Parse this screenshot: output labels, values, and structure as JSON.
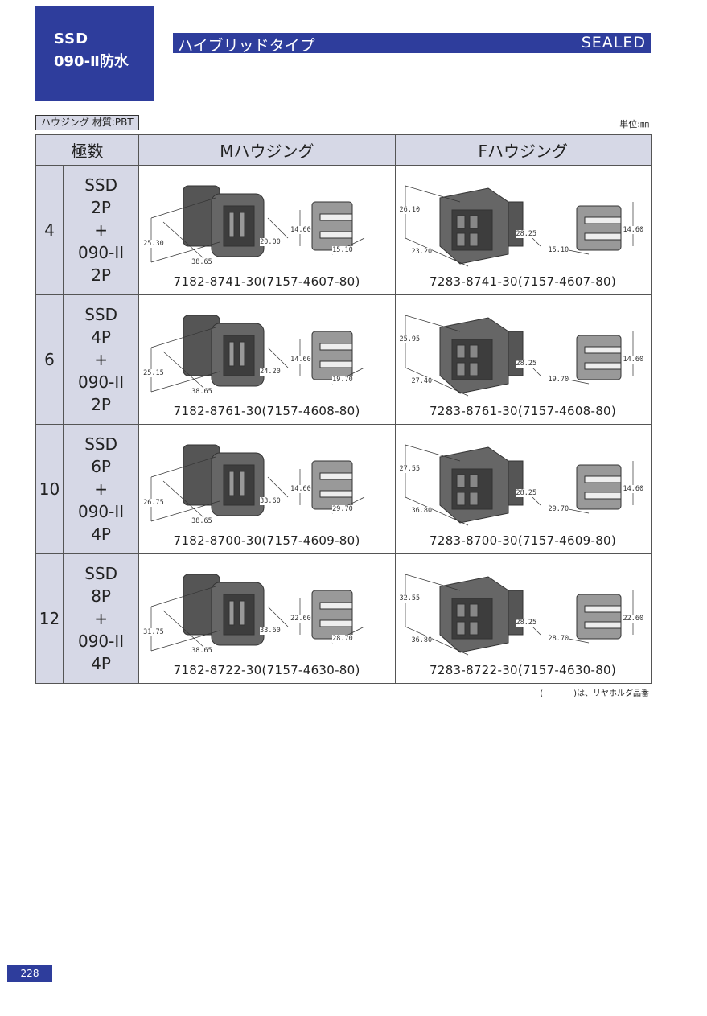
{
  "badge": {
    "line1": "SSD",
    "line2": "090-Ⅱ防水"
  },
  "title": {
    "jp": "ハイブリッドタイプ",
    "en": "SEALED"
  },
  "material": "ハウジング 材質:PBT",
  "unit": "単位:㎜",
  "table": {
    "headers": {
      "poles": "極数",
      "m": "Mハウジング",
      "f": "Fハウジング"
    },
    "rows": [
      {
        "poles": "4",
        "name": [
          "SSD",
          "2P",
          "+",
          "090-II",
          "2P"
        ],
        "m": {
          "part": "7182-8741-30(7157-4607-80)",
          "dims": [
            "25.30",
            "38.65",
            "20.00",
            "14.60",
            "15.10"
          ]
        },
        "f": {
          "part": "7283-8741-30(7157-4607-80)",
          "dims": [
            "26.10",
            "23.20",
            "28.25",
            "15.10",
            "14.60"
          ]
        }
      },
      {
        "poles": "6",
        "name": [
          "SSD",
          "4P",
          "+",
          "090-II",
          "2P"
        ],
        "m": {
          "part": "7182-8761-30(7157-4608-80)",
          "dims": [
            "25.15",
            "38.65",
            "24.20",
            "14.60",
            "19.70"
          ]
        },
        "f": {
          "part": "7283-8761-30(7157-4608-80)",
          "dims": [
            "25.95",
            "27.40",
            "28.25",
            "19.70",
            "14.60"
          ]
        }
      },
      {
        "poles": "10",
        "name": [
          "SSD",
          "6P",
          "+",
          "090-II",
          "4P"
        ],
        "m": {
          "part": "7182-8700-30(7157-4609-80)",
          "dims": [
            "26.75",
            "38.65",
            "33.60",
            "14.60",
            "29.70"
          ]
        },
        "f": {
          "part": "7283-8700-30(7157-4609-80)",
          "dims": [
            "27.55",
            "36.80",
            "28.25",
            "29.70",
            "14.60"
          ]
        }
      },
      {
        "poles": "12",
        "name": [
          "SSD",
          "8P",
          "+",
          "090-II",
          "4P"
        ],
        "m": {
          "part": "7182-8722-30(7157-4630-80)",
          "dims": [
            "31.75",
            "38.65",
            "33.60",
            "22.60",
            "28.70"
          ]
        },
        "f": {
          "part": "7283-8722-30(7157-4630-80)",
          "dims": [
            "32.55",
            "36.80",
            "28.25",
            "28.70",
            "22.60"
          ]
        }
      }
    ]
  },
  "note": {
    "paren": "(",
    "text": ")は、リヤホルダ品番"
  },
  "page_number": "228"
}
